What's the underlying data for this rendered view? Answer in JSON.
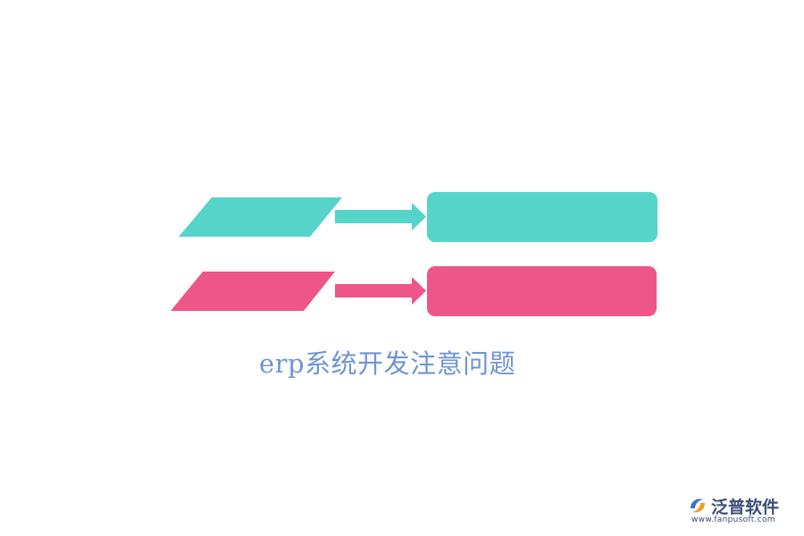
{
  "diagram": {
    "caption": "erp系统开发注意问题",
    "rows": [
      {
        "color": "#56d4c9",
        "label": ""
      },
      {
        "color": "#ee5588",
        "label": ""
      }
    ]
  },
  "colors": {
    "caption": "#6f95d2",
    "logo_name": "#3a4d7a",
    "logo_url": "#3a4d7a",
    "logo_mark_blue": "#3b73c6",
    "logo_mark_orange": "#f39a2b"
  },
  "logo": {
    "name": "泛普软件",
    "url": "www.fanpusoft.com",
    "icon": "fanpu-logo-icon"
  }
}
